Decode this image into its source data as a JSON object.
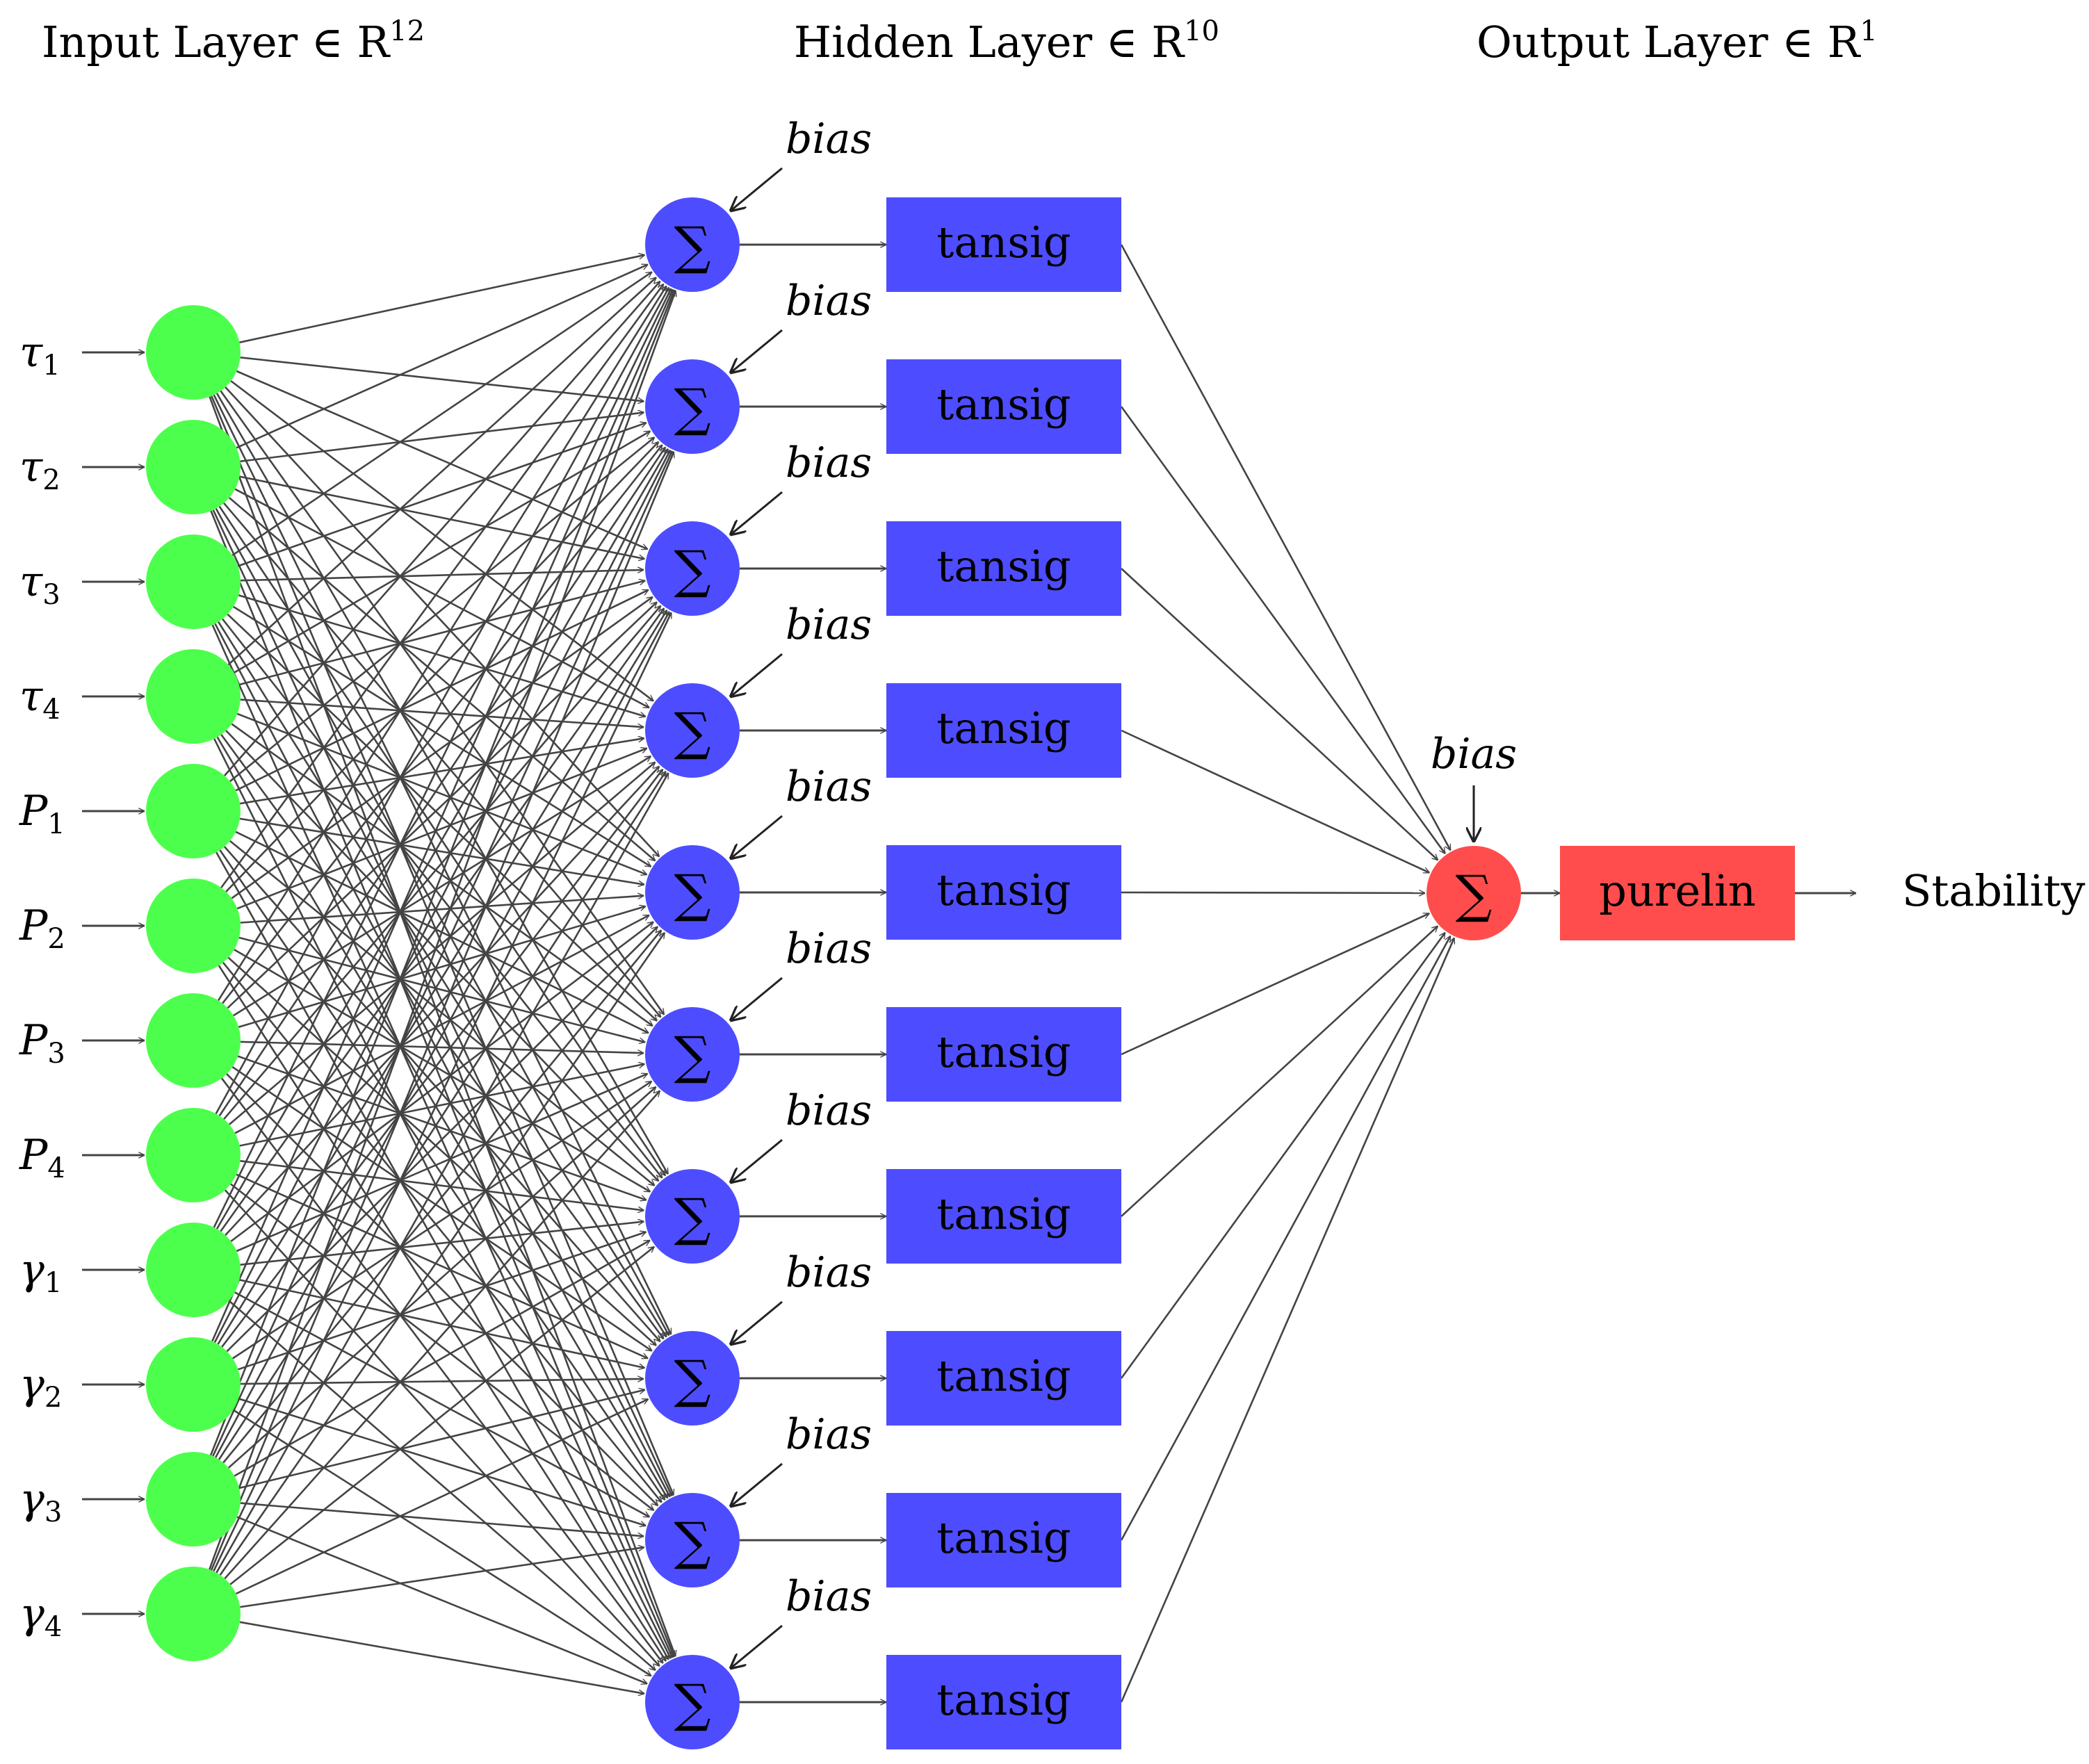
{
  "headers": {
    "input": {
      "text": "Input Layer ∈ R",
      "sup": "12"
    },
    "hidden": {
      "text": "Hidden Layer ∈ R",
      "sup": "10"
    },
    "output": {
      "text": "Output Layer ∈ R",
      "sup": "1"
    }
  },
  "inputs": [
    {
      "sym": "τ",
      "sub": "1"
    },
    {
      "sym": "τ",
      "sub": "2"
    },
    {
      "sym": "τ",
      "sub": "3"
    },
    {
      "sym": "τ",
      "sub": "4"
    },
    {
      "sym": "P",
      "sub": "1"
    },
    {
      "sym": "P",
      "sub": "2"
    },
    {
      "sym": "P",
      "sub": "3"
    },
    {
      "sym": "P",
      "sub": "4"
    },
    {
      "sym": "γ",
      "sub": "1"
    },
    {
      "sym": "γ",
      "sub": "2"
    },
    {
      "sym": "γ",
      "sub": "3"
    },
    {
      "sym": "γ",
      "sub": "4"
    }
  ],
  "hidden_count": 10,
  "sum_symbol": "∑",
  "bias_label": "bias",
  "hidden_activation": "tansig",
  "output_activation": "purelin",
  "output_label": "Stability",
  "colors": {
    "input_node": "#4dff4d",
    "hidden_node": "#4d4dff",
    "hidden_box": "#4d4dff",
    "output_node": "#ff4d4d",
    "output_box": "#ff4d4d",
    "edge": "#444444"
  }
}
